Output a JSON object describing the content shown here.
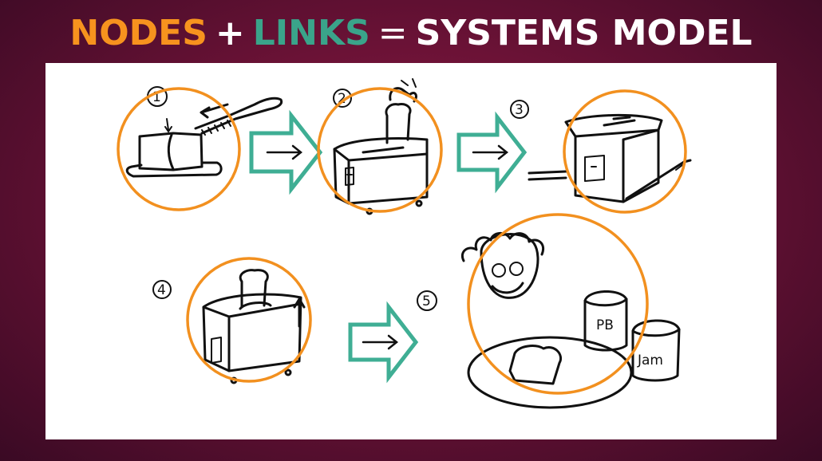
{
  "title": {
    "nodes": "NODES",
    "plus": "+",
    "links": "LINKS",
    "equals": "=",
    "systems_model": "SYSTEMS MODEL"
  },
  "colors": {
    "nodes": "#f7931e",
    "links": "#3aa48a",
    "background": "#7a1640",
    "node_circle": "#f2901f",
    "link_arrow": "#3fae94"
  },
  "steps": [
    {
      "number": "1"
    },
    {
      "number": "2"
    },
    {
      "number": "3"
    },
    {
      "number": "4"
    },
    {
      "number": "5"
    }
  ],
  "labels": {
    "pb": "PB",
    "jam": "Jam"
  },
  "icons": [
    "bread-slicing-icon",
    "toaster-icon",
    "toaster-icon",
    "toaster-icon",
    "person-breakfast-icon"
  ]
}
